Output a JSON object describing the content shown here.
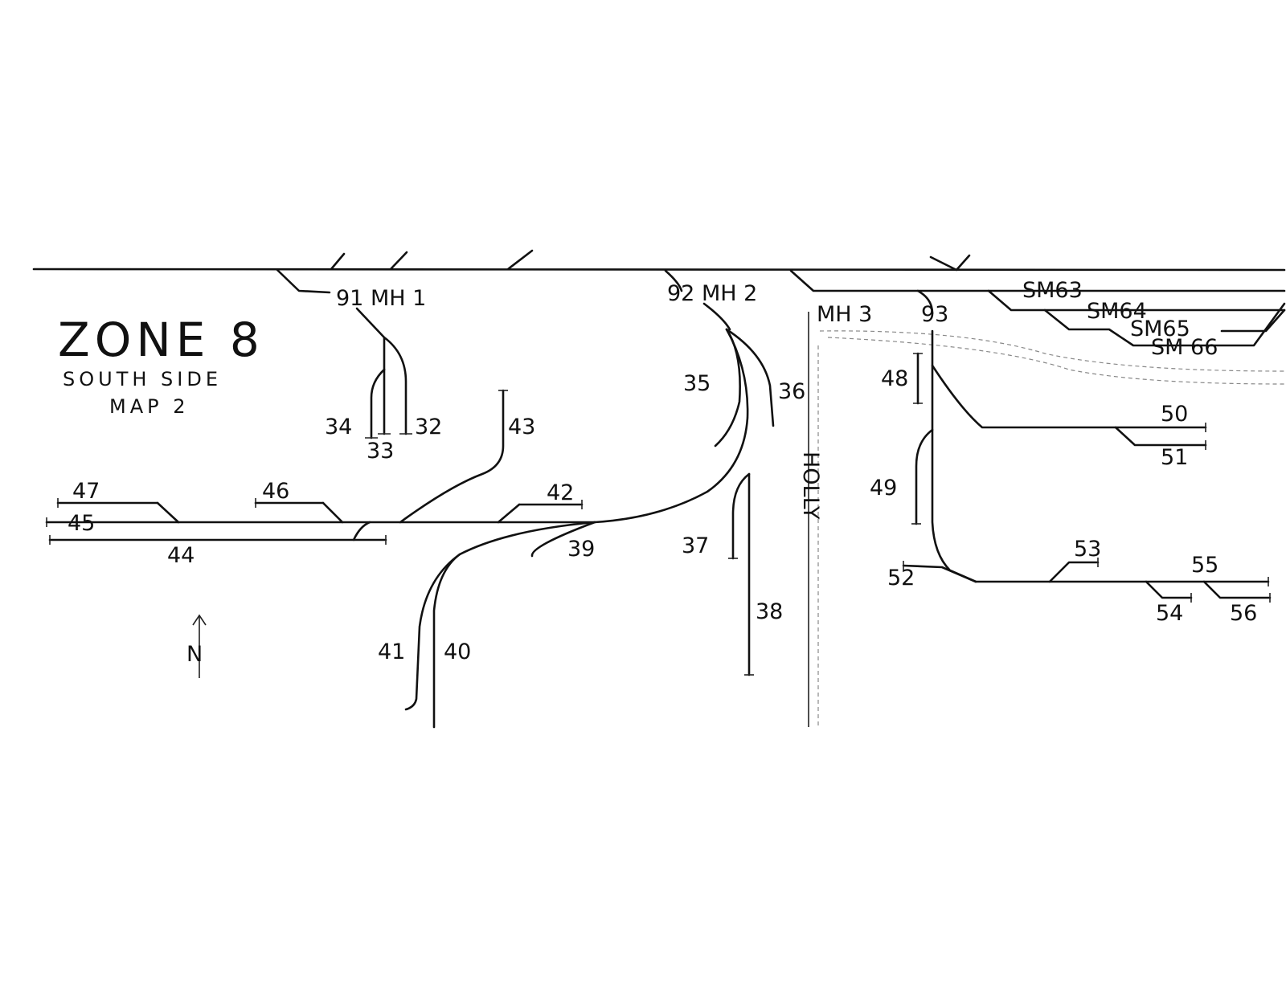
{
  "map": {
    "title": "ZONE 8",
    "subtitle": "SOUTH SIDE",
    "map_label": "MAP 2",
    "street": "HOLLY",
    "north": "N",
    "manholes": [
      "91 MH 1",
      "92 MH 2",
      "MH 3",
      "93"
    ],
    "segments": [
      "32",
      "33",
      "34",
      "35",
      "36",
      "37",
      "38",
      "39",
      "40",
      "41",
      "42",
      "43",
      "44",
      "45",
      "46",
      "47",
      "48",
      "49",
      "50",
      "51",
      "52",
      "53",
      "54",
      "55",
      "56"
    ],
    "storm_mains": [
      "SM63",
      "SM64",
      "SM65",
      "SM 66"
    ]
  }
}
